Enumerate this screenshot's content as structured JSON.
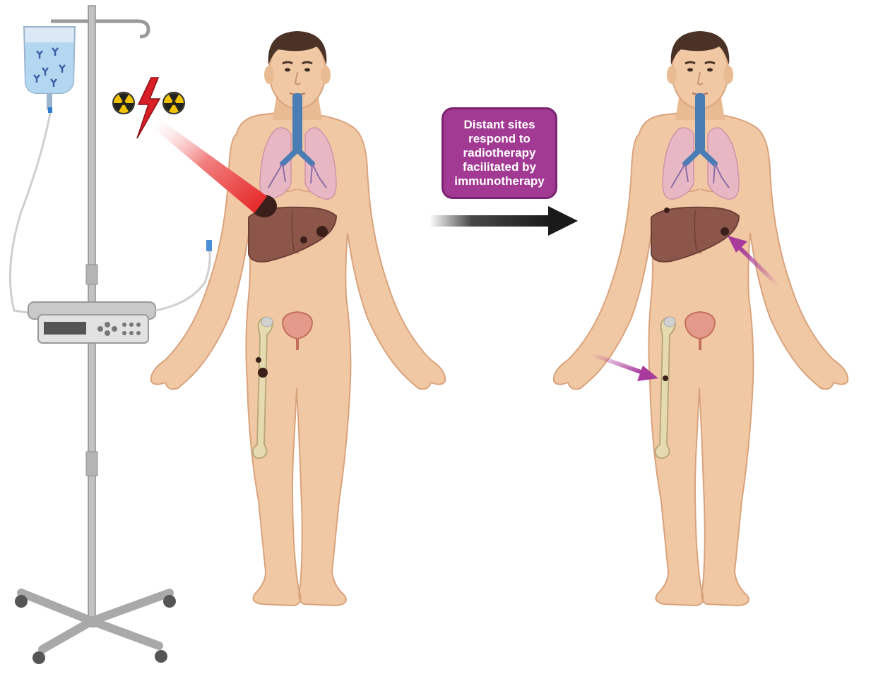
{
  "callout": {
    "lines": [
      "Distant sites",
      "respond to",
      "radiotherapy",
      "facilitated by",
      "immunotherapy"
    ]
  },
  "colors": {
    "skin": "#f0c8a3",
    "skin_outline": "#d9a37d",
    "hair": "#4a3326",
    "liver": "#8c564b",
    "lung": "#e8b7c4",
    "trachea": "#4a7db4",
    "bone": "#e6dbb0",
    "bladder": "#e39a8a",
    "tumor": "#3a1f1a",
    "radiation_beam": "#e41e1e",
    "callout_fill": "#a23a93",
    "response_arrow": "#a83a9c",
    "transition_arrow": "#1a1a1a"
  },
  "icons": [
    "iv-drip-bag-icon",
    "infusion-pump-icon",
    "iv-pole-icon",
    "radiation-hazard-icon",
    "lightning-bolt-icon"
  ]
}
